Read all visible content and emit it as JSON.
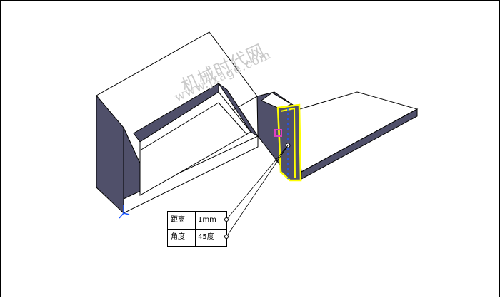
{
  "watermark": {
    "cn": "机械时代网",
    "url": "www.jxage.com"
  },
  "callout": {
    "distance": {
      "label": "距离",
      "value": "1mm"
    },
    "angle": {
      "label": "角度",
      "value": "45度"
    }
  },
  "colors": {
    "face_top": "#ffffff",
    "face_side": "#50506a",
    "edge": "#000000",
    "highlight": "#ffff00",
    "axis_blue": "#1a56ff",
    "selection_magenta": "#e040c0"
  },
  "icons": [
    "triad-icon",
    "origin-point-icon"
  ]
}
